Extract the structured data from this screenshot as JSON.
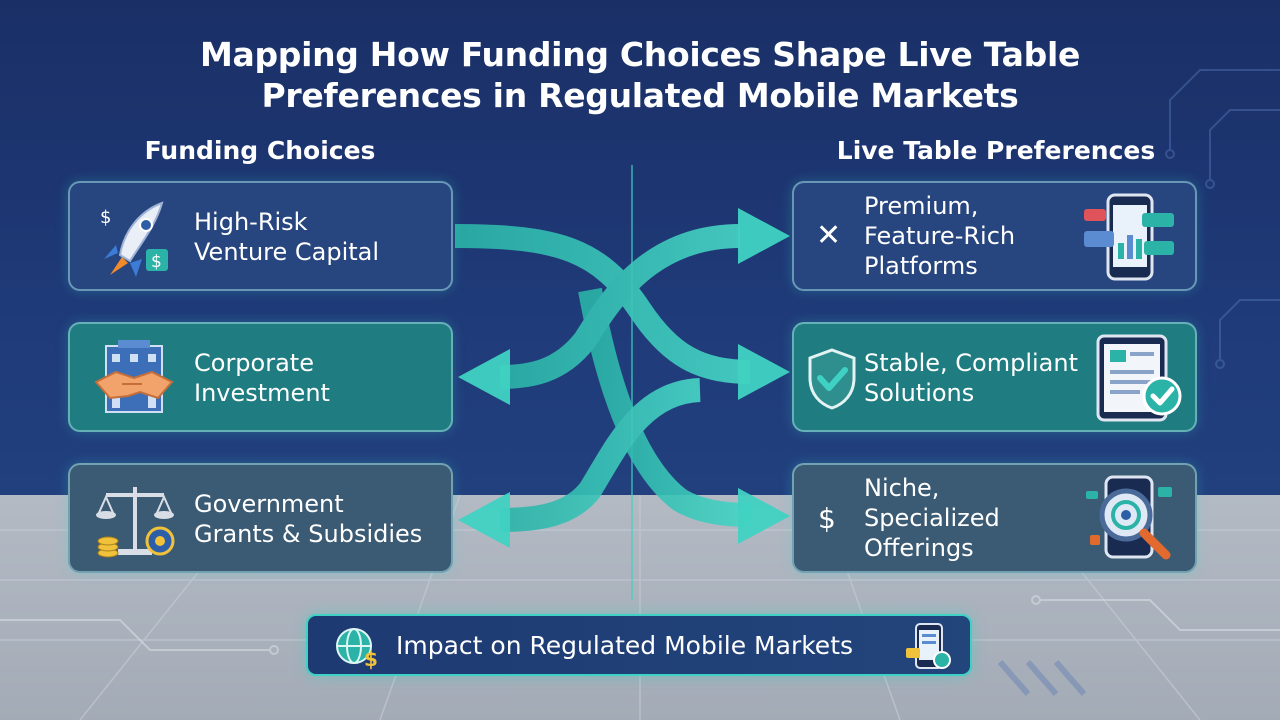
{
  "title_line1": "Mapping How Funding Choices Shape Live Table",
  "title_line2": "Preferences in Regulated Mobile Markets",
  "left_heading": "Funding Choices",
  "right_heading": "Live Table Preferences",
  "funding": [
    {
      "line1": "High-Risk",
      "line2": "Venture Capital",
      "icon": "rocket-icon"
    },
    {
      "line1": "Corporate",
      "line2": "Investment",
      "icon": "handshake-building-icon"
    },
    {
      "line1": "Government",
      "line2": "Grants & Subsidies",
      "icon": "scales-coins-icon"
    }
  ],
  "preferences": [
    {
      "line1": "Premium,",
      "line2": "Feature-Rich",
      "line3": "Platforms",
      "glyph": "✕",
      "icon": "mobile-dashboard-icon"
    },
    {
      "line1": "Stable, Compliant",
      "line2": "Solutions",
      "icon": "tablet-check-icon",
      "shield": "shield-check-icon"
    },
    {
      "line1": "Niche,",
      "line2": "Specialized",
      "line3": "Offerings",
      "glyph": "$",
      "icon": "magnifier-phone-icon"
    }
  ],
  "impact_label": "Impact on Regulated Mobile Markets",
  "colors": {
    "background": "#1c3268",
    "floor": "#a3abb6",
    "accent": "#3fd1c4",
    "card_blue": "#27457e",
    "card_teal": "#1f7c80",
    "card_slate": "#3b5a73"
  }
}
